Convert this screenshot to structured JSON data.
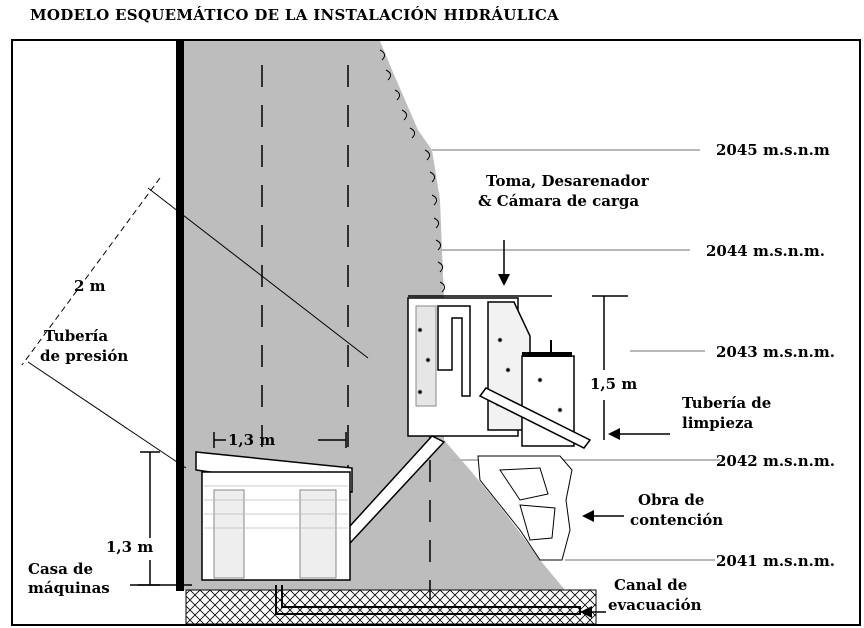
{
  "title": "MODELO ESQUEMÁTICO DE LA INSTALACIÓN HIDRÁULICA",
  "elevations": [
    {
      "id": "e2045",
      "label": "2045 m.s.n.m"
    },
    {
      "id": "e2044",
      "label": "2044 m.s.n.m."
    },
    {
      "id": "e2043",
      "label": "2043 m.s.n.m."
    },
    {
      "id": "e2042",
      "label": "2042 m.s.n.m."
    },
    {
      "id": "e2041",
      "label": "2041 m.s.n.m."
    }
  ],
  "components": {
    "toma": [
      "Toma, Desarenador",
      "& Cámara de carga"
    ],
    "tuberia_presion": [
      "Tubería",
      "de presión"
    ],
    "tuberia_limpieza": [
      "Tubería de",
      "limpieza"
    ],
    "obra_contencion": [
      "Obra de",
      "contención"
    ],
    "casa_maquinas": [
      "Casa de",
      "máquinas"
    ],
    "canal_evacuacion": [
      "Canal de",
      "evacuación"
    ]
  },
  "dimensions": {
    "penstock_length": "2 m",
    "house_width": "1,3 m",
    "house_height": "1,3 m",
    "intake_height": "1,5 m"
  },
  "colors": {
    "terrain": "#bdbdbd",
    "frame": "#000000",
    "elevation_line": "#b8b8b8",
    "background": "#ffffff"
  }
}
